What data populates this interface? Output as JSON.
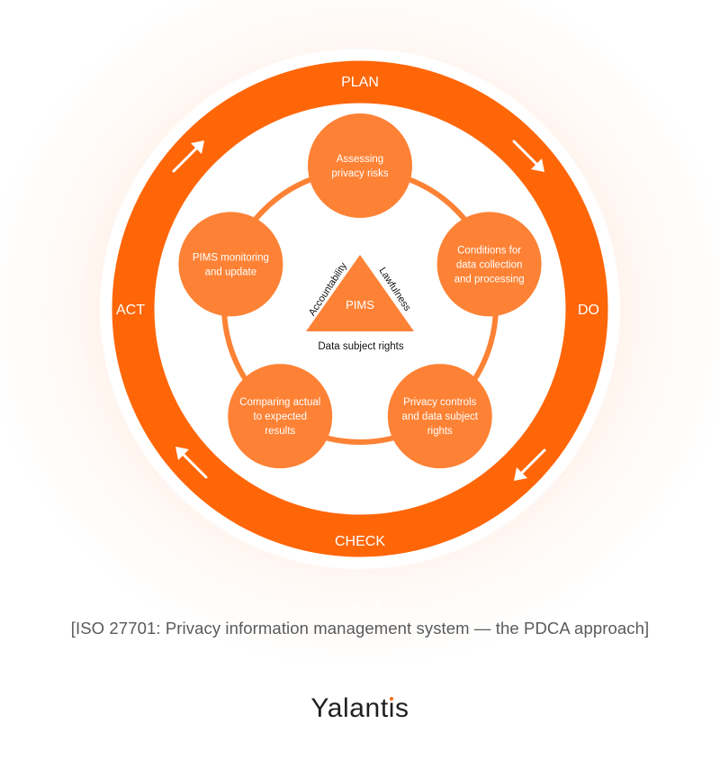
{
  "colors": {
    "ring": "#ff6608",
    "bubble": "#fd8235",
    "connector": "#fd8235",
    "triangle": "#fd8235",
    "ring_text": "#ffffff",
    "caption_text": "#5a5a5a",
    "logo_text": "#1f1f1f",
    "logo_accent": "#ff6a13"
  },
  "cycle": {
    "plan": "PLAN",
    "do": "DO",
    "check": "CHECK",
    "act": "ACT",
    "arrows": [
      "arrow-right-down-icon",
      "arrow-left-down-icon",
      "arrow-left-up-icon",
      "arrow-right-up-icon"
    ]
  },
  "steps": [
    {
      "lines": [
        "Assessing",
        "privacy risks"
      ]
    },
    {
      "lines": [
        "Conditions for",
        "data collection",
        "and processing"
      ]
    },
    {
      "lines": [
        "Privacy controls",
        "and data subject",
        "rights"
      ]
    },
    {
      "lines": [
        "Comparing actual",
        "to expected",
        "results"
      ]
    },
    {
      "lines": [
        "PIMS monitoring",
        "and update"
      ]
    }
  ],
  "core": {
    "center": "PIMS",
    "left_side": "Accountability",
    "right_side": "Lawfulness",
    "base": "Data subject rights"
  },
  "ghost_label": "CHECK",
  "caption": "[ISO 27701: Privacy information management system — the PDCA approach]",
  "logo": {
    "text_before": "Yalant",
    "text_i": "i",
    "text_after": "s"
  }
}
